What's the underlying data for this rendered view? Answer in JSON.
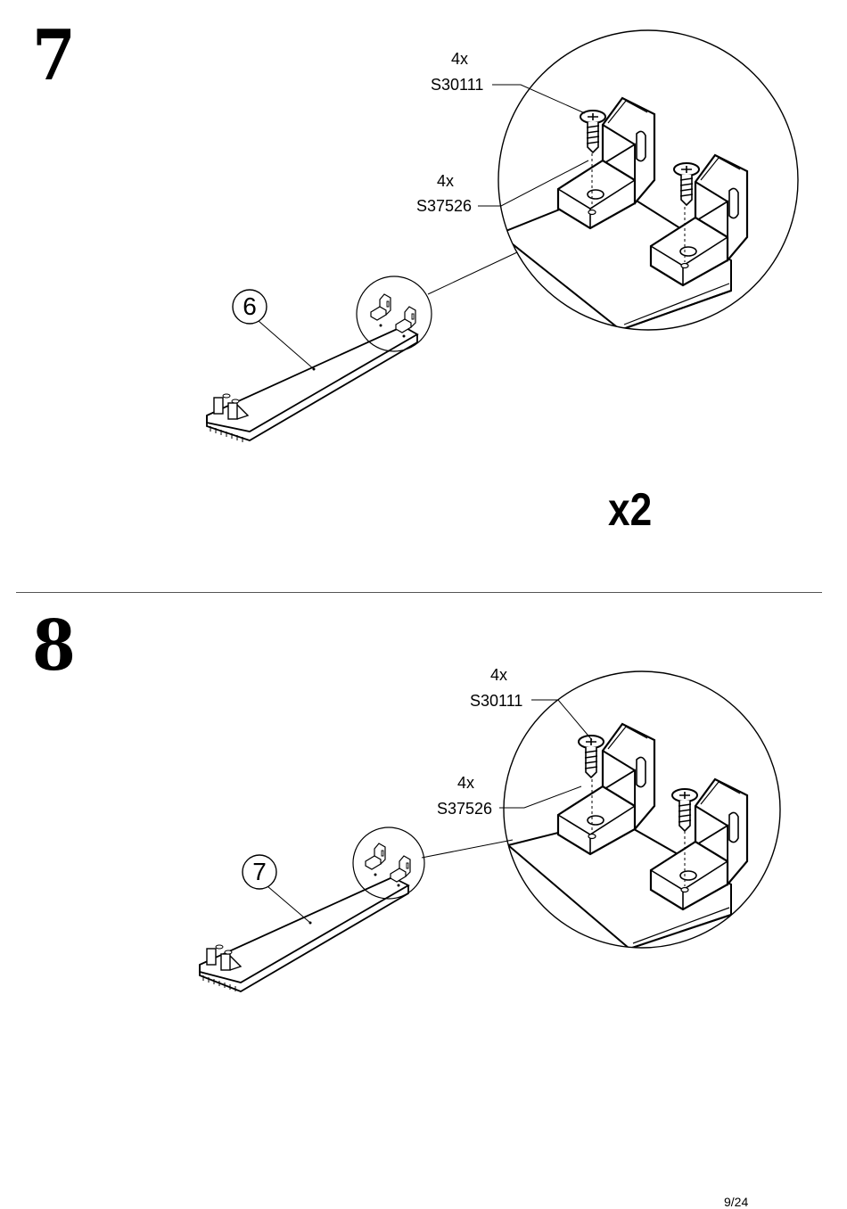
{
  "steps": [
    {
      "number": "7",
      "screw": {
        "qty": "4x",
        "code": "S30111"
      },
      "bracket": {
        "qty": "4x",
        "code": "S37526"
      },
      "part": "6",
      "multiplier": "x2"
    },
    {
      "number": "8",
      "screw": {
        "qty": "4x",
        "code": "S30111"
      },
      "bracket": {
        "qty": "4x",
        "code": "S37526"
      },
      "part": "7"
    }
  ],
  "footer": {
    "page": "9/24"
  }
}
